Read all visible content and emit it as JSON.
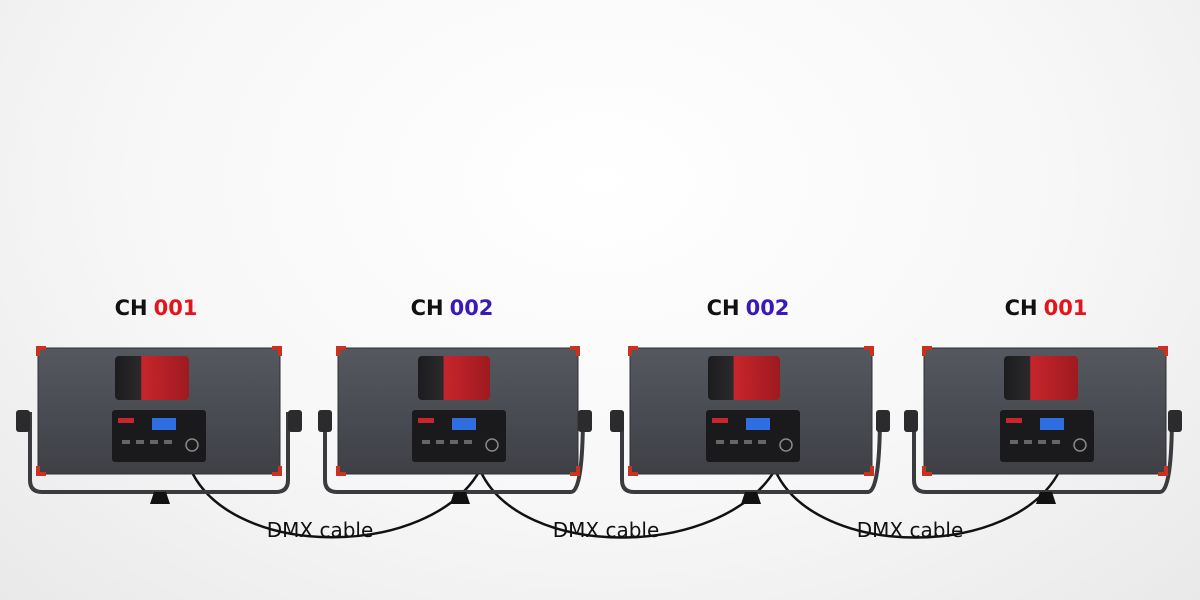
{
  "colors": {
    "channel_red": "#e3141b",
    "channel_purple": "#3a19b5",
    "panel_body": "#4a4d54",
    "corner_accent": "#c8321f",
    "battery": "#c8252c",
    "display": "#2f6ee0"
  },
  "lights": [
    {
      "ch_prefix": "CH",
      "ch_number": "001",
      "ch_color": "#e3141b"
    },
    {
      "ch_prefix": "CH",
      "ch_number": "002",
      "ch_color": "#3a19b5"
    },
    {
      "ch_prefix": "CH",
      "ch_number": "002",
      "ch_color": "#3a19b5"
    },
    {
      "ch_prefix": "CH",
      "ch_number": "001",
      "ch_color": "#e3141b"
    }
  ],
  "cables": [
    {
      "label": "DMX cable"
    },
    {
      "label": "DMX cable"
    },
    {
      "label": "DMX cable"
    }
  ]
}
